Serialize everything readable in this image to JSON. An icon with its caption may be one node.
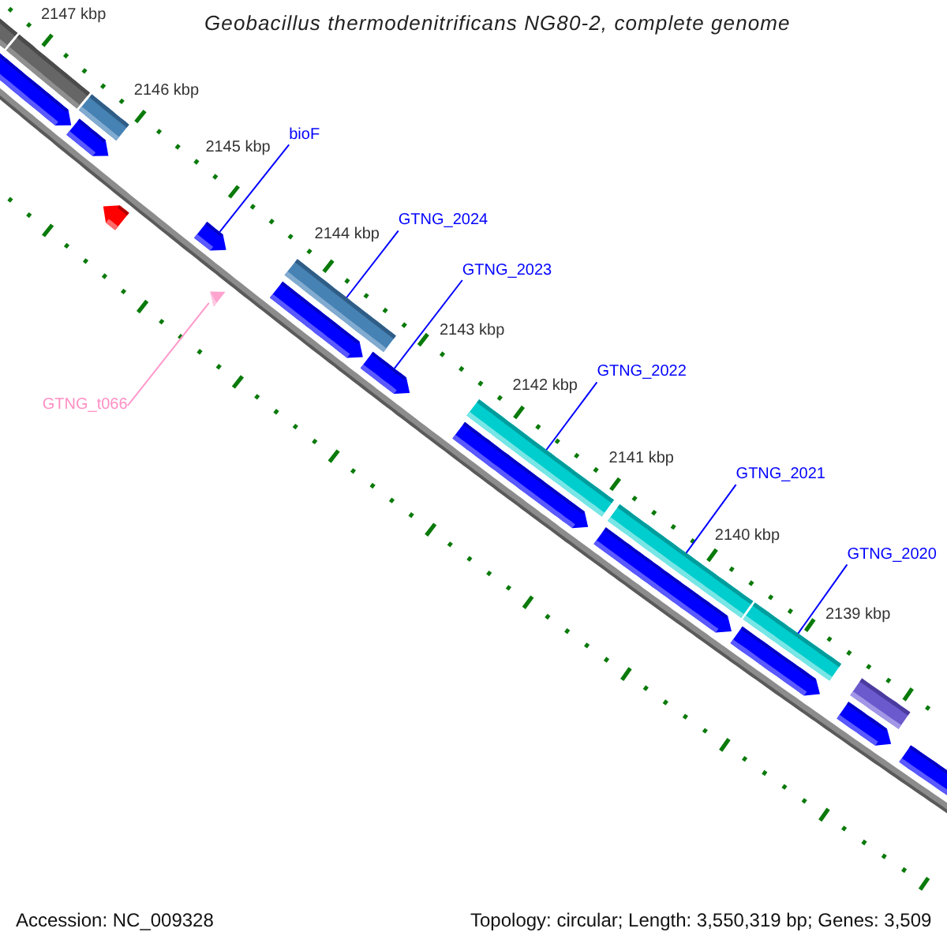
{
  "diagram": {
    "title": "Geobacillus thermodenitrificans NG80-2, complete genome",
    "nodes": [
      {
        "text": [],
        "shape": "bar"
      },
      {
        "text": [],
        "shape": "bar"
      },
      {
        "text": [],
        "shape": "pentagon"
      },
      {
        "text": [],
        "shape": "bar"
      },
      {
        "text": [],
        "shape": "pentagon"
      },
      {
        "text": [
          "bioF"
        ]
      },
      {
        "text": [],
        "shape": "pentagon"
      },
      {
        "text": [],
        "shape": "pentagon"
      },
      {
        "text": [
          "GTNG_2024"
        ]
      },
      {
        "text": [],
        "shape": "bar"
      },
      {
        "text": [],
        "shape": "pentagon"
      },
      {
        "text": [],
        "shape": "triangle"
      },
      {
        "text": [
          "GTNG_t066"
        ]
      },
      {
        "text": [
          "GTNG_2023"
        ]
      },
      {
        "text": [],
        "shape": "pentagon"
      },
      {
        "text": [
          "GTNG_2022"
        ]
      },
      {
        "text": [],
        "shape": "bar"
      },
      {
        "text": [],
        "shape": "pentagon"
      },
      {
        "text": [
          "GTNG_2021"
        ]
      },
      {
        "text": [],
        "shape": "bar"
      },
      {
        "text": [],
        "shape": "pentagon"
      },
      {
        "text": [
          "GTNG_2020"
        ]
      },
      {
        "text": [],
        "shape": "bar"
      },
      {
        "text": [],
        "shape": "pentagon"
      },
      {
        "text": [],
        "shape": "bar"
      },
      {
        "text": [],
        "shape": "pentagon"
      },
      {
        "text": [],
        "shape": "pentagon"
      }
    ],
    "edges": [
      {
        "from": 5,
        "to": 7,
        "arrow": "none"
      },
      {
        "from": 8,
        "to": 9,
        "arrow": "none"
      },
      {
        "from": 12,
        "to": 11,
        "arrow": "none",
        "color": "#ff99cc"
      },
      {
        "from": 13,
        "to": 14,
        "arrow": "none"
      },
      {
        "from": 15,
        "to": 16,
        "arrow": "none"
      },
      {
        "from": 18,
        "to": 19,
        "arrow": "none"
      },
      {
        "from": 21,
        "to": 22,
        "arrow": "none"
      }
    ],
    "labels": [
      "2147 kbp",
      "2146 kbp",
      "2145 kbp",
      "2144 kbp",
      "2143 kbp",
      "2142 kbp",
      "2141 kbp",
      "2140 kbp",
      "2139 kbp",
      "Accession: NC_009328",
      "Topology: circular; Length: 3,550,319 bp; Genes: 3,509"
    ]
  }
}
